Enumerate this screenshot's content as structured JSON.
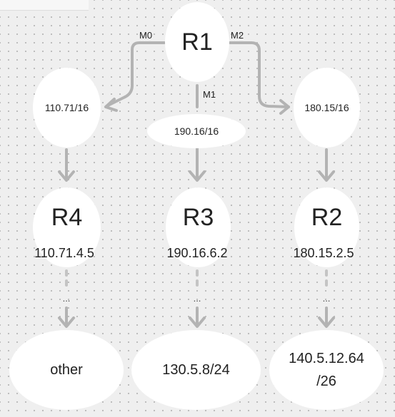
{
  "routers": {
    "r1": "R1",
    "r2": "R2",
    "r3": "R3",
    "r4": "R4"
  },
  "networks": {
    "left": "110.71/16",
    "middle": "190.16/16",
    "right": "180.15/16"
  },
  "links": {
    "m0": "M0",
    "m1": "M1",
    "m2": "M2"
  },
  "addresses": {
    "r4": "110.71.4.5",
    "r3": "190.16.6.2",
    "r2": "180.15.2.5"
  },
  "ellipsis": "...",
  "destinations": {
    "left": "other",
    "middle": "130.5.8/24",
    "right_line1": "140.5.12.64",
    "right_line2": "/26"
  },
  "colors": {
    "node_fill": "#ffffff",
    "connector": "#b3b3b3",
    "dotted_connector": "#c4c4c4",
    "canvas": "#efefef"
  }
}
